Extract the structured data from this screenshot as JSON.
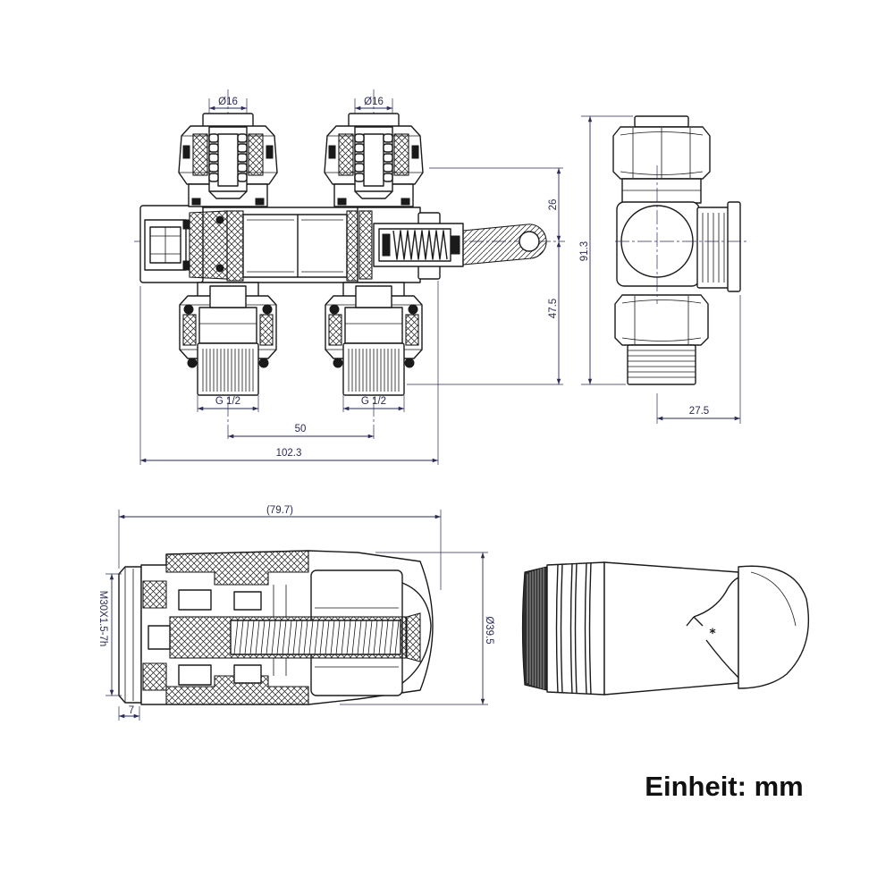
{
  "drawing": {
    "front_view": {
      "pipe_diameter_left": "Ø16",
      "pipe_diameter_right": "Ø16",
      "height_upper": "26",
      "height_lower": "47.5",
      "thread_left": "G 1/2",
      "thread_right": "G 1/2",
      "center_distance": "50",
      "overall_width": "102.3"
    },
    "side_view": {
      "overall_height": "91.3",
      "outlet_offset": "27.5"
    },
    "thermostat_section": {
      "overall_length": "(79.7)",
      "thread_spec": "M30X1.5-7h",
      "diameter": "Ø39.5",
      "thread_length": "7"
    },
    "thermostat_head": {
      "marker_symbol": "*"
    },
    "unit_note": "Einheit: mm"
  },
  "colors": {
    "line": "#1a1a1a",
    "dimension": "#2b2b55",
    "background": "#ffffff",
    "unit_text": "#111111"
  }
}
